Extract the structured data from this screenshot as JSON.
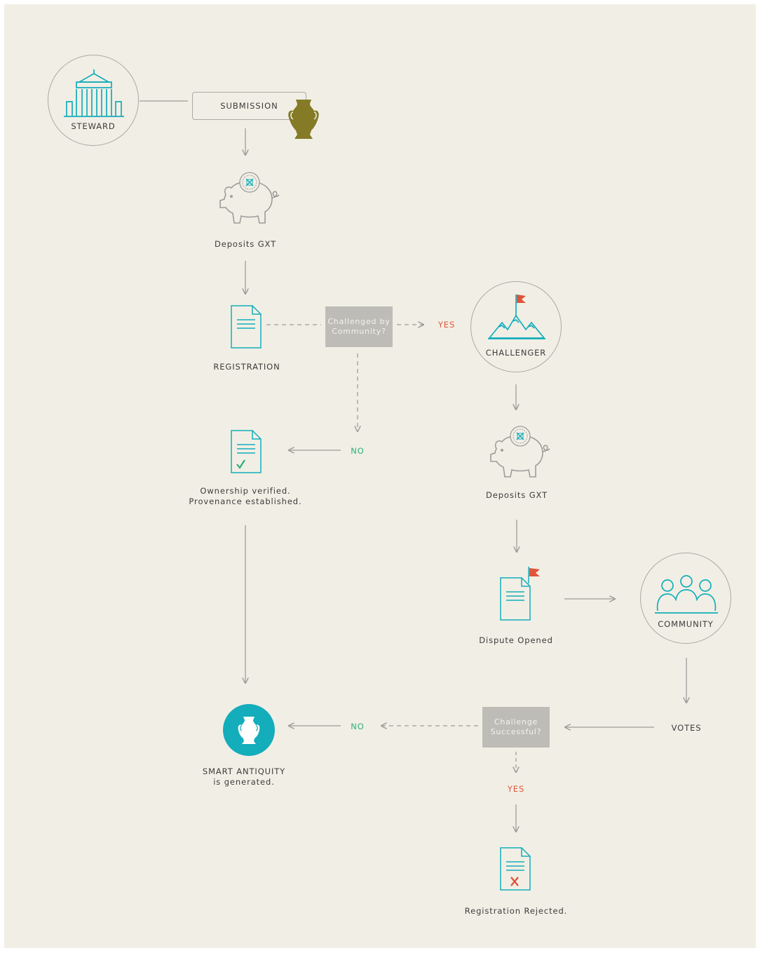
{
  "nodes": {
    "steward": "STEWARD",
    "submission": "SUBMISSION",
    "deposits_1": "Deposits GXT",
    "registration": "REGISTRATION",
    "challenged_q": [
      "Challenged by",
      "Community?"
    ],
    "yes_1": "YES",
    "no_1": "NO",
    "challenger": "CHALLENGER",
    "verified": [
      "Ownership verified.",
      "Provenance established."
    ],
    "deposits_2": "Deposits GXT",
    "dispute": "Dispute Opened",
    "community": "COMMUNITY",
    "votes": "VOTES",
    "success_q": [
      "Challenge",
      "Successful?"
    ],
    "no_2": "NO",
    "yes_2": "YES",
    "smart": [
      "SMART ANTIQUITY",
      "is generated."
    ],
    "rejected": "Registration Rejected."
  },
  "colors": {
    "background": "#f1efe5",
    "teal": "#13adbb",
    "line": "#a9a9a6",
    "yes": "#e0553a",
    "no": "#2fae7a",
    "decision": "#bdbcb6",
    "vase": "#857a26"
  },
  "icons": [
    "museum-icon",
    "vase-icon",
    "piggy-bank-icon",
    "coin-icon",
    "document-icon",
    "mountain-flag-icon",
    "document-check-icon",
    "document-flag-icon",
    "crowd-icon",
    "document-x-icon",
    "antiquity-vase-icon"
  ]
}
